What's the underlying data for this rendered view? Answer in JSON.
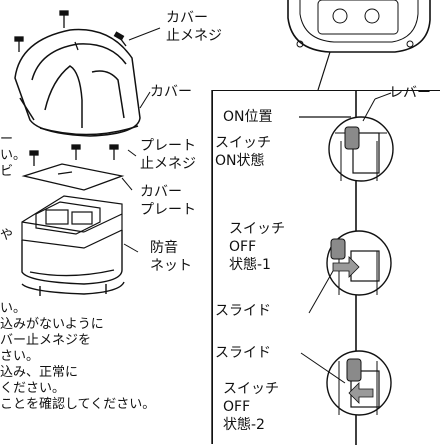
{
  "labels": {
    "cover_screw": [
      "カバー",
      "止メネジ"
    ],
    "cover": "カバー",
    "plate_screw": [
      "プレート",
      "止メネジ"
    ],
    "cover_plate": [
      "カバー",
      "プレート"
    ],
    "soundproof_net": [
      "防音",
      "ネット"
    ],
    "left_fragments": [
      "ー",
      "い。",
      "ビ"
    ],
    "left_fragment_low": "や"
  },
  "body_text": [
    "い。",
    "込みがないように",
    "バー止メネジを",
    "さい。",
    "込み、正常に",
    "ください。",
    "ことを確認してください。"
  ],
  "switch_panel": {
    "on_position": "ON位置",
    "lever": "レバー",
    "state_on": [
      "スイッチ",
      "ON状態"
    ],
    "state_off1": [
      "スイッチ",
      "OFF",
      "状態-1"
    ],
    "slide_1": "スライド",
    "slide_2": "スライド",
    "state_off2": [
      "スイッチ",
      "OFF",
      "状態-2"
    ]
  },
  "colors": {
    "lever_gray": "#8a8a8a",
    "arrow_gray": "#9a9a9a",
    "line": "#111111"
  }
}
